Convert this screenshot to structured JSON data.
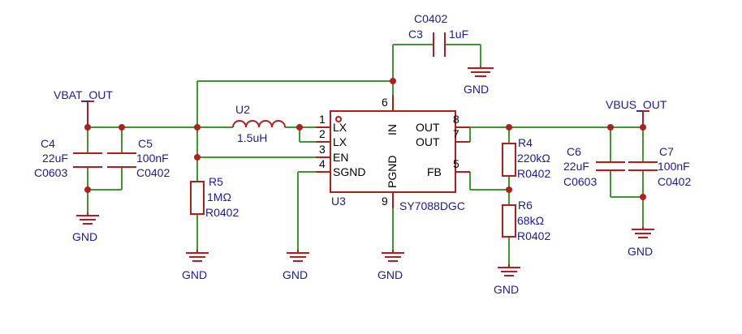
{
  "components": {
    "c3": {
      "ref": "C3",
      "value": "1uF",
      "package": "C0402"
    },
    "c4": {
      "ref": "C4",
      "value": "22uF",
      "package": "C0603"
    },
    "c5": {
      "ref": "C5",
      "value": "100nF",
      "package": "C0402"
    },
    "c6": {
      "ref": "C6",
      "value": "22uF",
      "package": "C0603"
    },
    "c7": {
      "ref": "C7",
      "value": "100nF",
      "package": "C0402"
    },
    "u2": {
      "ref": "U2",
      "value": "1.5uH"
    },
    "r4": {
      "ref": "R4",
      "value": "220kΩ",
      "package": "R0402"
    },
    "r5": {
      "ref": "R5",
      "value": "1MΩ",
      "package": "R0402"
    },
    "r6": {
      "ref": "R6",
      "value": "68kΩ",
      "package": "R0402"
    },
    "u3": {
      "ref": "U3",
      "part": "SY7088DGC"
    }
  },
  "ic_pins": {
    "p1": {
      "num": "1",
      "name": "LX"
    },
    "p2": {
      "num": "2",
      "name": "LX"
    },
    "p3": {
      "num": "3",
      "name": "EN"
    },
    "p4": {
      "num": "4",
      "name": "SGND"
    },
    "p5": {
      "num": "5",
      "name": "FB"
    },
    "p6": {
      "num": "6",
      "name": "IN"
    },
    "p7": {
      "num": "7",
      "name": "OUT"
    },
    "p8": {
      "num": "8",
      "name": "OUT"
    },
    "p9": {
      "num": "9",
      "name": "PGND"
    }
  },
  "nets": {
    "vbat": "VBAT_OUT",
    "vbus": "VBUS_OUT",
    "gnd": "GND"
  },
  "colors": {
    "wire": "#3c9a2c",
    "component": "#b01e1e",
    "label": "#1a1aa0",
    "pin_text": "#000000"
  }
}
